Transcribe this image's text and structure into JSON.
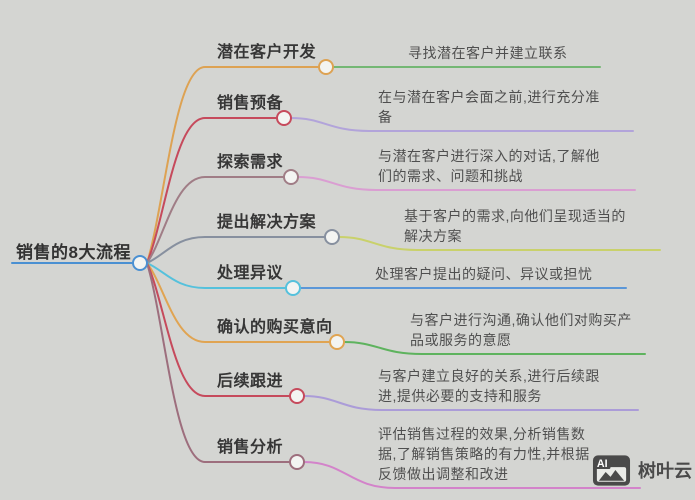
{
  "mindmap": {
    "root": {
      "label": "销售的8大流程",
      "line_color": "#4a90d2",
      "node_fill": "#f3f4f2"
    },
    "branches": [
      {
        "topic": "潜在客户开发",
        "description": "寻找潜在客户并建立联系",
        "branch_color": "#dda253",
        "leaf_color": "#74b774"
      },
      {
        "topic": "销售预备",
        "description": "在与潜在客户会面之前,进行充分准备",
        "branch_color": "#c64a5c",
        "leaf_color": "#b2a4da"
      },
      {
        "topic": "探索需求",
        "description": "与潜在客户进行深入的对话,了解他们的需求、问题和挑战",
        "branch_color": "#a07d86",
        "leaf_color": "#da9ed2"
      },
      {
        "topic": "提出解决方案",
        "description": "基于客户的需求,向他们呈现适当的解决方案",
        "branch_color": "#87909f",
        "leaf_color": "#c9d16b"
      },
      {
        "topic": "处理异议",
        "description": "处理客户提出的疑问、异议或担忧",
        "branch_color": "#55c1dc",
        "leaf_color": "#5b97d8"
      },
      {
        "topic": "确认的购买意向",
        "description": "与客户进行沟通,确认他们对购买产品或服务的意愿",
        "branch_color": "#e0a452",
        "leaf_color": "#5eb35e"
      },
      {
        "topic": "后续跟进",
        "description": "与客户建立良好的关系,进行后续跟进,提供必要的支持和服务",
        "branch_color": "#c64a5c",
        "leaf_color": "#ab9cd8"
      },
      {
        "topic": "销售分析",
        "description": "评估销售过程的效果,分析销售数据,了解销售策略的有力性,并根据反馈做出调整和改进",
        "branch_color": "#9d6e7d",
        "leaf_color": "#d383ca"
      }
    ],
    "watermark": {
      "icon": "ai-image-icon",
      "label": "树叶云",
      "color": "#4a4a4a"
    }
  }
}
